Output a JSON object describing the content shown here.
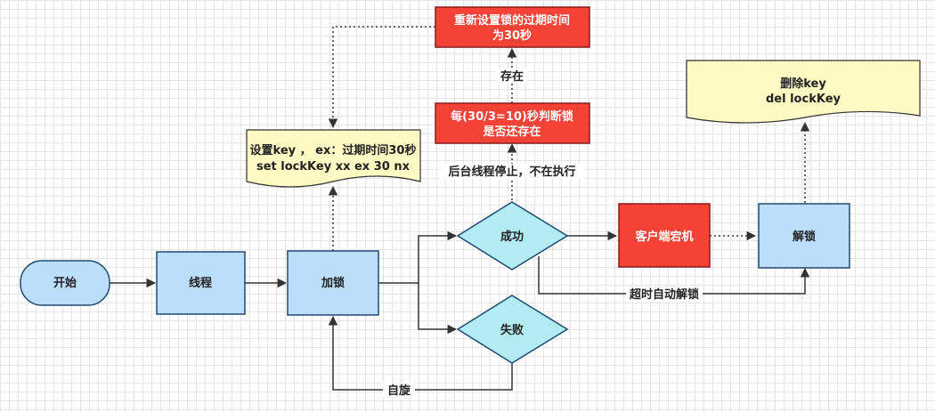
{
  "nodes": {
    "start": "开始",
    "thread": "线程",
    "lock": "加锁",
    "success": "成功",
    "fail": "失败",
    "client_crash": "客户端宕机",
    "unlock": "解锁",
    "set_key_line1": "设置key ， ex：过期时间30秒",
    "set_key_line2": "set lockKey xx ex 30 nx",
    "check_line1": "每(30/3=10)秒判断锁",
    "check_line2": "是否还存在",
    "reset_line1": "重新设置锁的过期时间",
    "reset_line2": "为30秒",
    "delete_line1": "删除key",
    "delete_line2": "del lockKey"
  },
  "edge_labels": {
    "spin": "自旋",
    "exists": "存在",
    "background_stop": "后台线程停止，不在执行",
    "timeout_unlock": "超时自动解锁"
  },
  "colors": {
    "blue_fill": "#bbdefb",
    "blue_stroke": "#1e4a73",
    "cyan_fill": "#b2ebf2",
    "red_fill": "#f44336",
    "note_fill": "#fff9c4",
    "edge": "#333333"
  }
}
